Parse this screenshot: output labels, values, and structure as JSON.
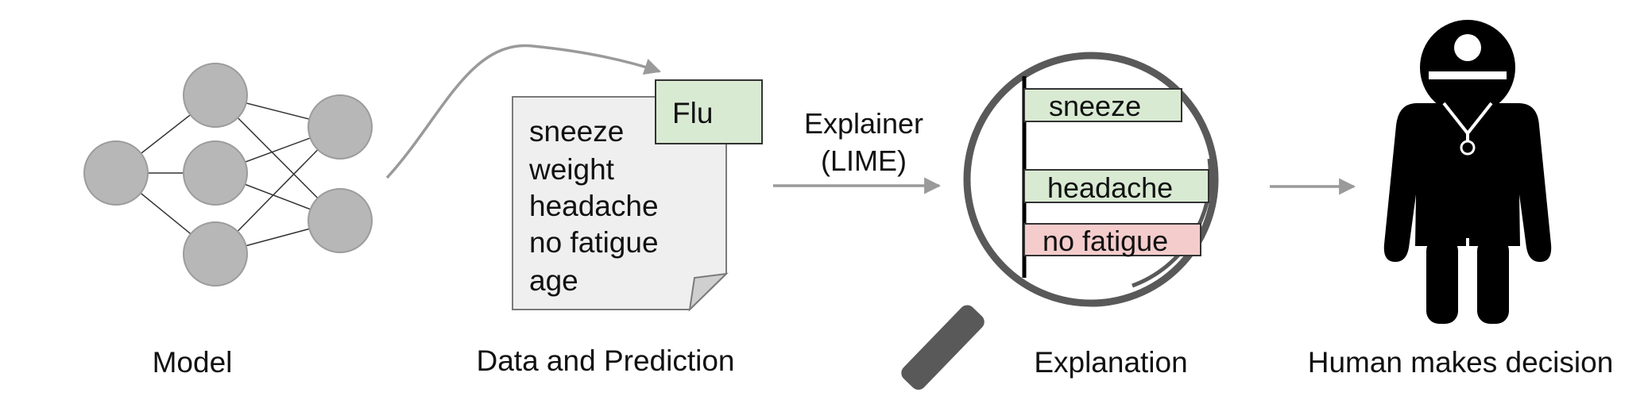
{
  "captions": {
    "model": "Model",
    "data_prediction": "Data and Prediction",
    "explanation": "Explanation",
    "human": "Human makes decision"
  },
  "document": {
    "features": [
      "sneeze",
      "weight",
      "headache",
      "no fatigue",
      "age"
    ],
    "prediction": "Flu"
  },
  "explainer": {
    "line1": "Explainer",
    "line2": "(LIME)"
  },
  "explanation_bars": [
    {
      "label": "sneeze",
      "polarity": "positive"
    },
    {
      "label": "headache",
      "polarity": "positive"
    },
    {
      "label": "no fatigue",
      "polarity": "negative"
    }
  ],
  "colors": {
    "node": "#b7b7b7",
    "arrow": "#9a9a9a",
    "positive": "#d9ead3",
    "negative": "#f4cccc",
    "ink": "#000000"
  },
  "icons": {
    "model": "neural-network-icon",
    "document": "document-icon",
    "magnifier": "magnifying-glass-icon",
    "person": "doctor-icon"
  }
}
